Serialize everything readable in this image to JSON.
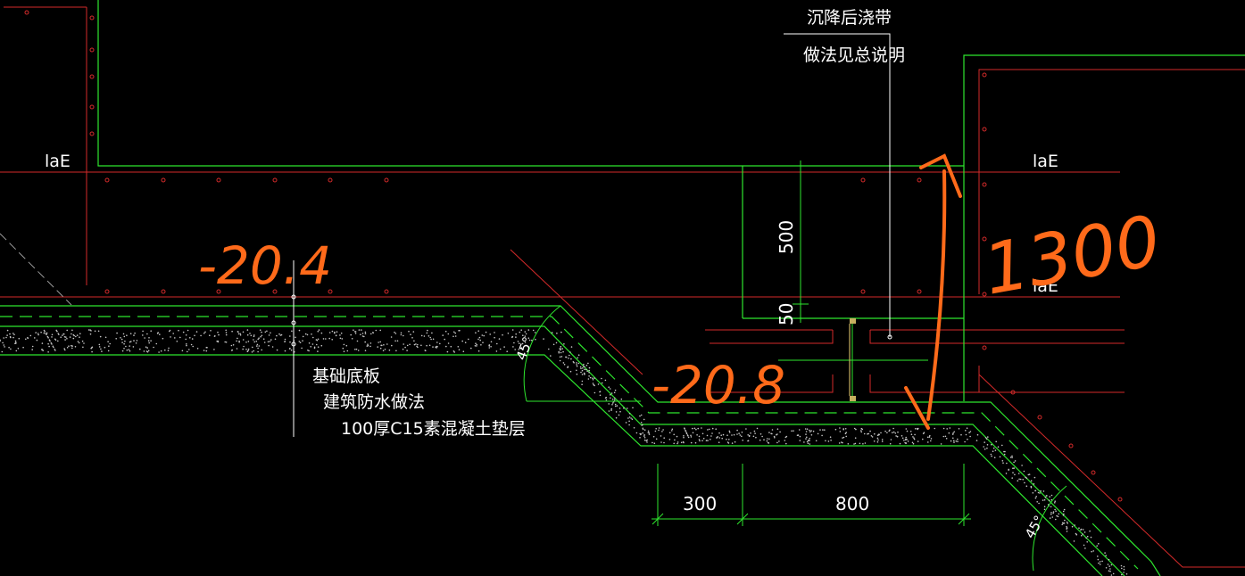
{
  "drawing": {
    "background": "#000000",
    "colors": {
      "rebar": "#d42a2a",
      "concrete_outline": "#2ee62e",
      "text": "#ffffff",
      "handwriting": "#ff6a1a",
      "grey": "#9a9a9a",
      "marker": "#c8b060"
    },
    "labels": {
      "lae_left": "laE",
      "lae_right_top": "laE",
      "lae_right_mid": "laE",
      "post_pour_band": "沉降后浇带",
      "see_general_notes": "做法见总说明",
      "slab_name": "基础底板",
      "waterproofing": "建筑防水做法",
      "cushion_layer": "100厚C15素混凝土垫层"
    },
    "dimensions": {
      "d500": "500",
      "d50": "50",
      "d300": "300",
      "d800": "800",
      "angle_left": "45°",
      "angle_right": "45°"
    },
    "handwritten": {
      "elev_left": "-20.4",
      "elev_mid": "-20.8",
      "height_total": "1300"
    }
  }
}
